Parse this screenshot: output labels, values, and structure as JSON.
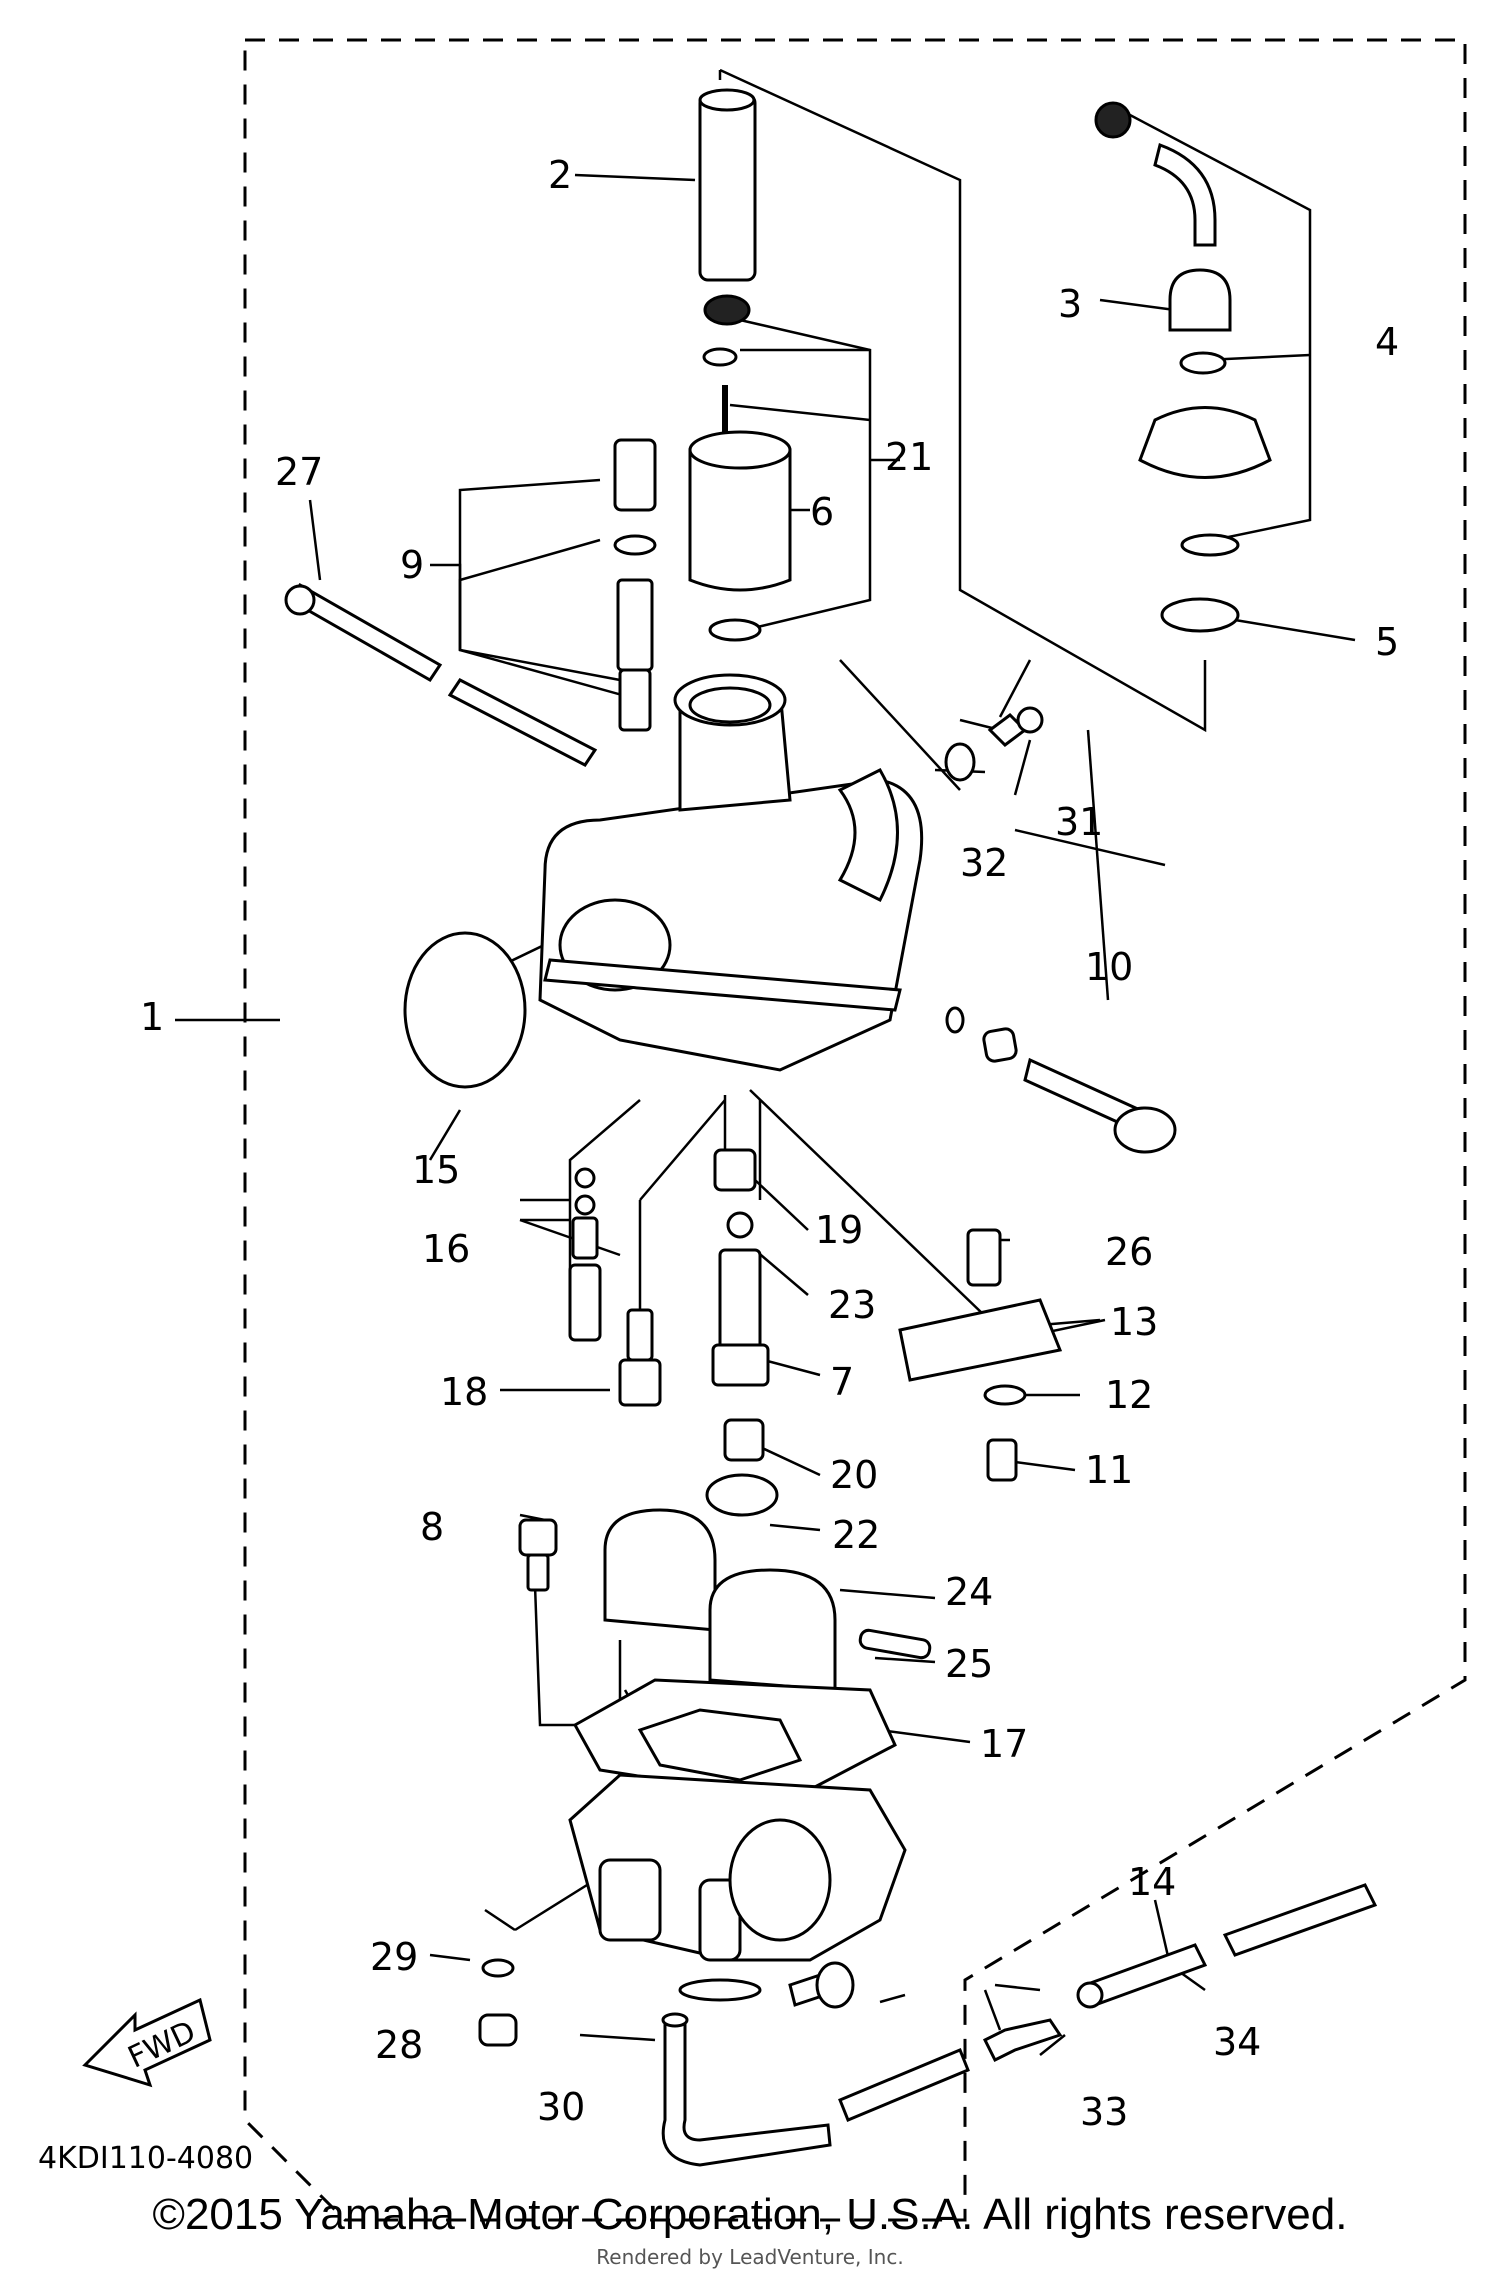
{
  "diagram": {
    "part_labels": [
      "1",
      "2",
      "3",
      "4",
      "5",
      "6",
      "7",
      "8",
      "9",
      "10",
      "11",
      "12",
      "13",
      "14",
      "15",
      "16",
      "17",
      "18",
      "19",
      "20",
      "21",
      "22",
      "23",
      "24",
      "25",
      "26",
      "27",
      "28",
      "29",
      "30",
      "31",
      "32",
      "33",
      "34"
    ],
    "fwd_label": "FWD",
    "drawing_code": "4KDI110-4080",
    "copyright": "©2015 Yamaha Motor Corporation, U.S.A. All rights reserved.",
    "watermark": "Rendered by LeadVenture, Inc."
  }
}
